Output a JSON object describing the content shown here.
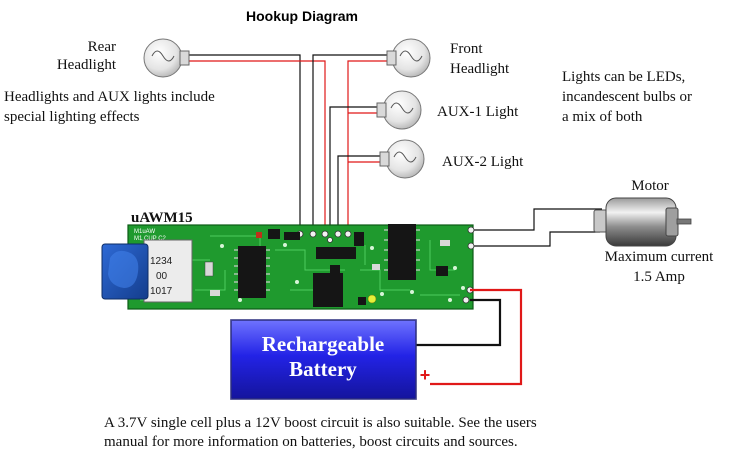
{
  "title": "Hookup Diagram",
  "lights": {
    "rear": {
      "line1": "Rear",
      "line2": "Headlight"
    },
    "front": {
      "line1": "Front",
      "line2": "Headlight"
    },
    "aux1": "AUX-1 Light",
    "aux2": "AUX-2 Light"
  },
  "notes": {
    "effects_line1": "Headlights and AUX lights include",
    "effects_line2": "special lighting effects",
    "types_line1": "Lights can be LEDs,",
    "types_line2": "incandescent bulbs or",
    "types_line3": "a mix of both"
  },
  "board": {
    "name": "uAWM15",
    "sd_digits_line1": "1234",
    "sd_digits_line2": "00",
    "sd_digits_line3": "1017",
    "silk_top": "M1uAW",
    "silk_sub": "M1  CUP C2"
  },
  "motor": {
    "label": "Motor",
    "current_line1": "Maximum current",
    "current_line2": "1.5 Amp"
  },
  "battery": {
    "line1": "Rechargeable",
    "line2": "Battery",
    "plus": "+"
  },
  "footer": {
    "line1": "A 3.7V single cell plus a 12V boost circuit is also suitable. See the users",
    "line2": "manual for more information on batteries, boost circuits and sources."
  },
  "colors": {
    "board_green": "#1f9a2e",
    "battery_blue": "#1a1ae0",
    "wire_red": "#e01818",
    "wire_black": "#111111"
  }
}
